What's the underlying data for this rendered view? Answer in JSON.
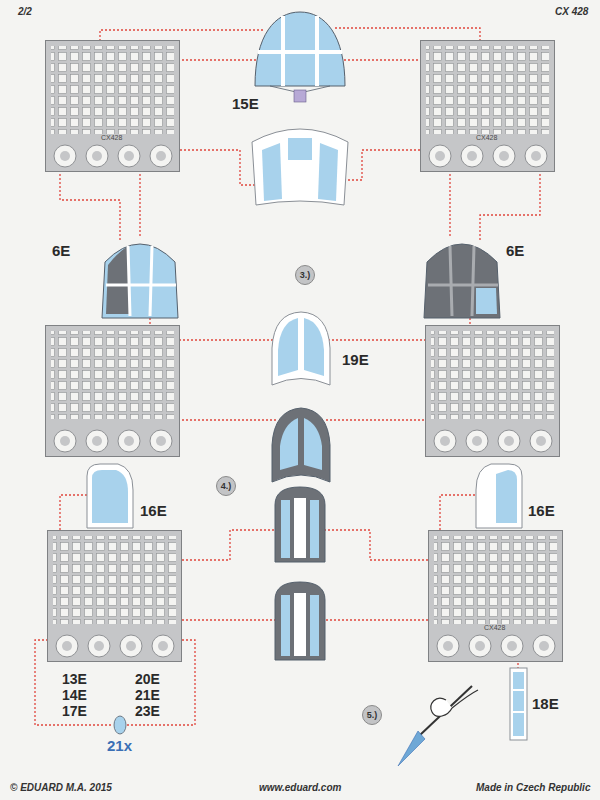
{
  "diagram": {
    "nodes": [
      {
        "text": [
          "3.)"
        ]
      },
      {
        "text": [
          "4.)"
        ]
      },
      {
        "text": [
          "5.)"
        ]
      }
    ],
    "labels": [
      "2/2",
      "CX 428",
      "15E",
      "CX428",
      "CX428",
      "6E",
      "6E",
      "19E",
      "16E",
      "16E",
      "CX428",
      "13E",
      "20E",
      "14E",
      "21E",
      "17E",
      "23E",
      "21x",
      "18E",
      "© EDUARD M.A. 2015",
      "www.eduard.com",
      "Made in Czech Republic"
    ]
  }
}
